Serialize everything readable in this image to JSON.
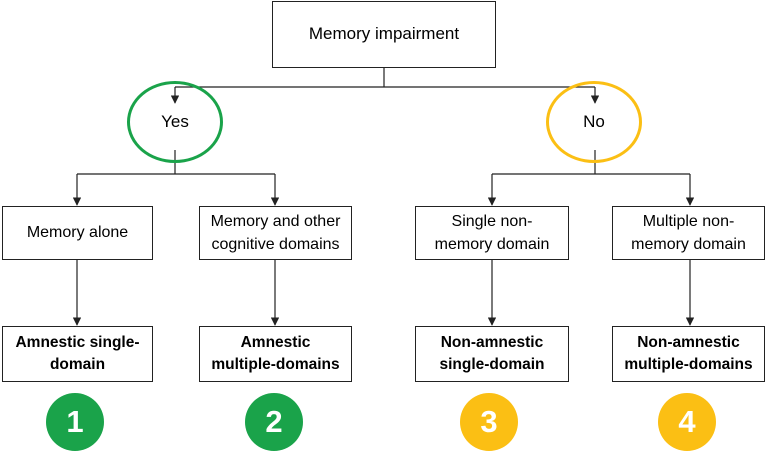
{
  "colors": {
    "green": "#1aa34a",
    "amber": "#fbbf14"
  },
  "root": {
    "label": "Memory impairment"
  },
  "branches": [
    {
      "decision": "Yes",
      "color": "#1aa34a",
      "children": [
        {
          "domain": "Memory alone",
          "subtype": "Amnestic single-\ndomain",
          "number": "1"
        },
        {
          "domain": "Memory and other\ncognitive domains",
          "subtype": "Amnestic\nmultiple-domains",
          "number": "2"
        }
      ]
    },
    {
      "decision": "No",
      "color": "#fbbf14",
      "children": [
        {
          "domain": "Single non-\nmemory domain",
          "subtype": "Non-amnestic\nsingle-domain",
          "number": "3"
        },
        {
          "domain": "Multiple non-\nmemory domain",
          "subtype": "Non-amnestic\nmultiple-domains",
          "number": "4"
        }
      ]
    }
  ]
}
